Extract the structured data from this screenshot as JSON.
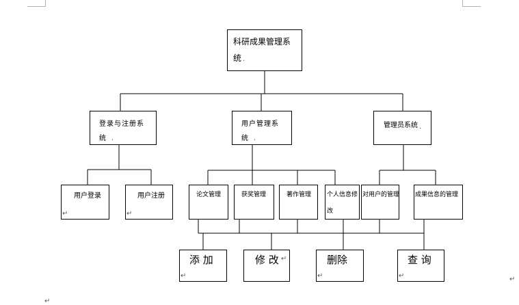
{
  "root": {
    "line1": "科研成果管理系",
    "line2": "统"
  },
  "subsystems": {
    "login": {
      "line1": "登录与注册系",
      "line2": "统"
    },
    "user": {
      "line1": "用户管理系",
      "line2": "统"
    },
    "admin": {
      "line1": "管理员系统"
    }
  },
  "modules": {
    "user_login": "用户登录",
    "user_register": "用户注册",
    "paper_mgmt": "论文管理",
    "award_mgmt": "获奖管理",
    "book_mgmt": "著作管理",
    "personal_info": {
      "line1": "个人信息修",
      "line2": "改"
    },
    "manage_users": "对用户的管理",
    "result_info": "成果信息的管理"
  },
  "operations": {
    "add": "添  加",
    "edit": "修 改",
    "delete": "删除",
    "query": "查 询"
  },
  "marks": {
    "return_arrow": "↵",
    "paragraph_dot": "."
  }
}
